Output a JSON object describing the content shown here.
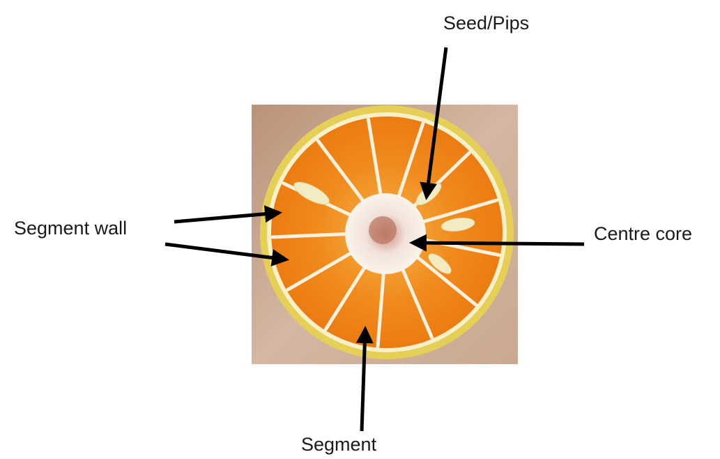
{
  "labels": {
    "seed": "Seed/Pips",
    "segment_wall": "Segment wall",
    "centre_core": "Centre core",
    "segment": "Segment"
  },
  "colors": {
    "background": "#ffffff",
    "arrow": "#000000",
    "peel": "#e8c84a",
    "flesh": "#f08a1c",
    "table": "#c8a58c"
  }
}
